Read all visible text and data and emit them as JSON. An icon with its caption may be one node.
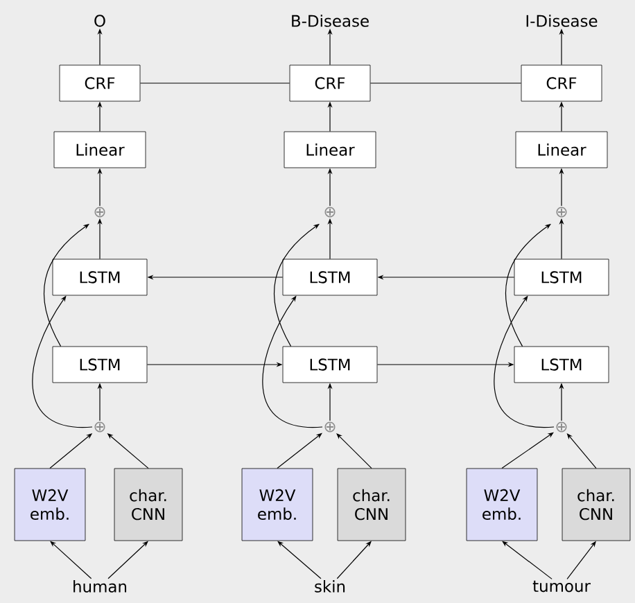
{
  "diagram": {
    "nodes": [
      {
        "text": [
          "O"
        ]
      },
      {
        "text": [
          "CRF"
        ]
      },
      {
        "text": [
          "Linear"
        ]
      },
      {
        "text": [
          "⊕"
        ]
      },
      {
        "text": [
          "LSTM"
        ]
      },
      {
        "text": [
          "LSTM"
        ]
      },
      {
        "text": [
          "⊕"
        ]
      },
      {
        "text": [
          "W2V emb."
        ]
      },
      {
        "text": [
          "char. CNN"
        ]
      },
      {
        "text": [
          "human"
        ]
      },
      {
        "text": [
          "B-Disease"
        ]
      },
      {
        "text": [
          "CRF"
        ]
      },
      {
        "text": [
          "Linear"
        ]
      },
      {
        "text": [
          "⊕"
        ]
      },
      {
        "text": [
          "LSTM"
        ]
      },
      {
        "text": [
          "LSTM"
        ]
      },
      {
        "text": [
          "⊕"
        ]
      },
      {
        "text": [
          "W2V emb."
        ]
      },
      {
        "text": [
          "char. CNN"
        ]
      },
      {
        "text": [
          "skin"
        ]
      },
      {
        "text": [
          "I-Disease"
        ]
      },
      {
        "text": [
          "CRF"
        ]
      },
      {
        "text": [
          "Linear"
        ]
      },
      {
        "text": [
          "⊕"
        ]
      },
      {
        "text": [
          "LSTM"
        ]
      },
      {
        "text": [
          "LSTM"
        ]
      },
      {
        "text": [
          "⊕"
        ]
      },
      {
        "text": [
          "W2V emb."
        ]
      },
      {
        "text": [
          "char. CNN"
        ]
      },
      {
        "text": [
          "tumour"
        ]
      }
    ],
    "edges": [
      {
        "from": 9,
        "to": 7,
        "arrow": "to"
      },
      {
        "from": 9,
        "to": 8,
        "arrow": "to"
      },
      {
        "from": 7,
        "to": 6,
        "arrow": "to"
      },
      {
        "from": 8,
        "to": 6,
        "arrow": "to"
      },
      {
        "from": 6,
        "to": 5,
        "arrow": "to"
      },
      {
        "from": 6,
        "to": 4,
        "arrow": "to"
      },
      {
        "from": 5,
        "to": 3,
        "arrow": "to"
      },
      {
        "from": 4,
        "to": 3,
        "arrow": "to"
      },
      {
        "from": 3,
        "to": 2,
        "arrow": "to"
      },
      {
        "from": 2,
        "to": 1,
        "arrow": "to"
      },
      {
        "from": 1,
        "to": 0,
        "arrow": "to"
      },
      {
        "from": 19,
        "to": 17,
        "arrow": "to"
      },
      {
        "from": 19,
        "to": 18,
        "arrow": "to"
      },
      {
        "from": 17,
        "to": 16,
        "arrow": "to"
      },
      {
        "from": 18,
        "to": 16,
        "arrow": "to"
      },
      {
        "from": 16,
        "to": 15,
        "arrow": "to"
      },
      {
        "from": 16,
        "to": 14,
        "arrow": "to"
      },
      {
        "from": 15,
        "to": 13,
        "arrow": "to"
      },
      {
        "from": 14,
        "to": 13,
        "arrow": "to"
      },
      {
        "from": 13,
        "to": 12,
        "arrow": "to"
      },
      {
        "from": 12,
        "to": 11,
        "arrow": "to"
      },
      {
        "from": 11,
        "to": 10,
        "arrow": "to"
      },
      {
        "from": 29,
        "to": 27,
        "arrow": "to"
      },
      {
        "from": 29,
        "to": 28,
        "arrow": "to"
      },
      {
        "from": 27,
        "to": 26,
        "arrow": "to"
      },
      {
        "from": 28,
        "to": 26,
        "arrow": "to"
      },
      {
        "from": 26,
        "to": 25,
        "arrow": "to"
      },
      {
        "from": 26,
        "to": 24,
        "arrow": "to"
      },
      {
        "from": 25,
        "to": 23,
        "arrow": "to"
      },
      {
        "from": 24,
        "to": 23,
        "arrow": "to"
      },
      {
        "from": 23,
        "to": 22,
        "arrow": "to"
      },
      {
        "from": 22,
        "to": 21,
        "arrow": "to"
      },
      {
        "from": 21,
        "to": 20,
        "arrow": "to"
      },
      {
        "from": 5,
        "to": 15,
        "arrow": "to"
      },
      {
        "from": 15,
        "to": 25,
        "arrow": "to"
      },
      {
        "from": 24,
        "to": 14,
        "arrow": "to"
      },
      {
        "from": 14,
        "to": 4,
        "arrow": "to"
      },
      {
        "from": 1,
        "to": 11,
        "arrow": "none"
      },
      {
        "from": 11,
        "to": 21,
        "arrow": "none"
      }
    ]
  }
}
